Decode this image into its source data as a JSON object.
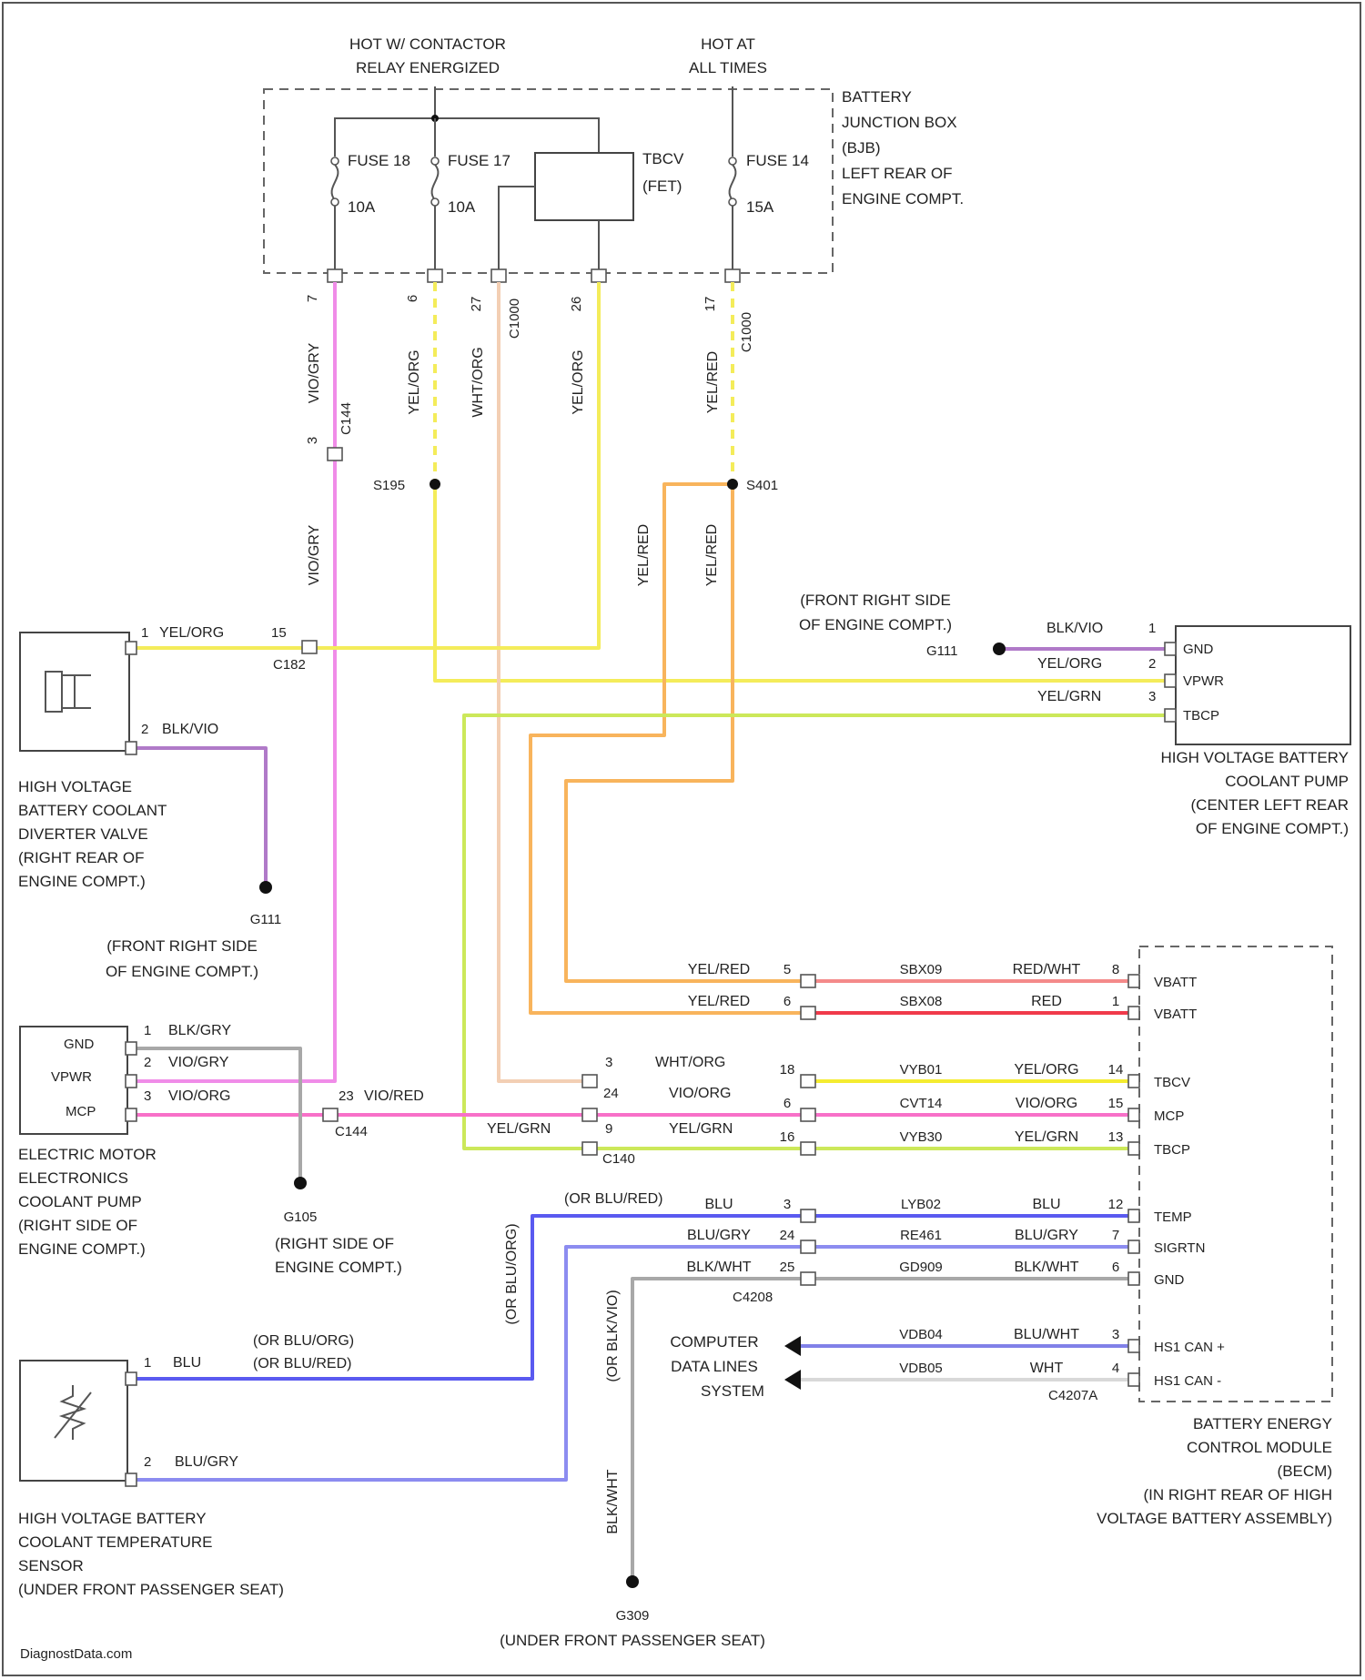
{
  "power": {
    "hot_contactor": [
      "HOT W/ CONTACTOR",
      "RELAY ENERGIZED"
    ],
    "hot_always": [
      "HOT AT",
      "ALL TIMES"
    ]
  },
  "bjb": {
    "lines": [
      "BATTERY",
      "JUNCTION BOX",
      "(BJB)",
      "LEFT REAR OF",
      "ENGINE COMPT."
    ],
    "fuses": [
      {
        "name": "FUSE 18",
        "rating": "10A"
      },
      {
        "name": "FUSE 17",
        "rating": "10A"
      },
      {
        "name": "FUSE 14",
        "rating": "15A"
      }
    ],
    "relay": [
      "TBCV",
      "(FET)"
    ]
  },
  "wire_colors": {
    "vio_gry": "#f08ce8",
    "yel_org": "#f4ec5a",
    "wht_org": "#f3cfb4",
    "yel_red": "#f8b45c",
    "yel_grn": "#cce85a",
    "blk_vio": "#b07ac8",
    "red_wht": "#f48a8a",
    "red": "#f03a4a",
    "yel_org2": "#f4ec30",
    "vio_org": "#f870c8",
    "blu": "#5a5af0",
    "blu_gry": "#8c8cf0",
    "blk_wht": "#a8a8a8",
    "blu_wht": "#8080e8",
    "wht": "#d8d8d8"
  },
  "bjb_pins": [
    "7",
    "6",
    "27",
    "26",
    "17"
  ],
  "bjb_connector": "C1000",
  "bjb_connector2": "C1000",
  "vertical_labels": {
    "v1": "VIO/GRY",
    "v2": "YEL/ORG",
    "v3": "WHT/ORG",
    "v4": "YEL/ORG",
    "v5": "YEL/RED",
    "v6": "VIO/GRY",
    "v7": "YEL/RED",
    "v8": "YEL/RED",
    "v9": "(OR BLU/ORG)",
    "v10": "(OR BLK/VIO)",
    "v11": "BLK/WHT"
  },
  "c144": {
    "pin": "3",
    "name": "C144"
  },
  "splices": {
    "s195": "S195",
    "s401": "S401"
  },
  "diverter": {
    "pin1": "1",
    "pin1_color": "YEL/ORG",
    "pin1_conn_pin": "15",
    "conn": "C182",
    "pin2": "2",
    "pin2_color": "BLK/VIO",
    "label": [
      "HIGH VOLTAGE",
      "BATTERY COOLANT",
      "DIVERTER VALVE",
      "(RIGHT REAR OF",
      "ENGINE COMPT.)"
    ],
    "ground": "G111",
    "ground_loc": [
      "(FRONT RIGHT SIDE",
      "OF ENGINE COMPT.)"
    ]
  },
  "coolant_pump": {
    "ground_loc": [
      "(FRONT RIGHT SIDE",
      "OF ENGINE COMPT.)"
    ],
    "ground": "G111",
    "rows": [
      {
        "color": "BLK/VIO",
        "pin": "1",
        "label": "GND"
      },
      {
        "color": "YEL/ORG",
        "pin": "2",
        "label": "VPWR"
      },
      {
        "color": "YEL/GRN",
        "pin": "3",
        "label": "TBCP"
      }
    ],
    "label": [
      "HIGH VOLTAGE BATTERY",
      "COOLANT PUMP",
      "(CENTER LEFT REAR",
      "OF ENGINE COMPT.)"
    ]
  },
  "motor_pump": {
    "pins": [
      {
        "label": "GND",
        "num": "1",
        "color": "BLK/GRY"
      },
      {
        "label": "VPWR",
        "num": "2",
        "color": "VIO/GRY"
      },
      {
        "label": "MCP",
        "num": "3",
        "color": "VIO/ORG"
      }
    ],
    "label": [
      "ELECTRIC MOTOR",
      "ELECTRONICS",
      "COOLANT PUMP",
      "(RIGHT SIDE OF",
      "ENGINE COMPT.)"
    ],
    "c144_pin": "23",
    "c144_color": "VIO/RED",
    "c144": "C144",
    "ground": "G105",
    "ground_loc": [
      "(RIGHT SIDE OF",
      "ENGINE COMPT.)"
    ]
  },
  "c140": {
    "name": "C140",
    "rows": [
      {
        "pin": "3",
        "color": "WHT/ORG"
      },
      {
        "pin": "24",
        "color": "VIO/ORG"
      },
      {
        "pin": "9",
        "color": "YEL/GRN"
      }
    ],
    "left_color": "YEL/GRN"
  },
  "becm": {
    "rows": [
      {
        "c_color": "YEL/RED",
        "c_pin": "5",
        "circuit": "SBX09",
        "m_color": "RED/WHT",
        "m_pin": "8",
        "label": "VBATT"
      },
      {
        "c_color": "YEL/RED",
        "c_pin": "6",
        "circuit": "SBX08",
        "m_color": "RED",
        "m_pin": "1",
        "label": "VBATT"
      },
      {
        "c_color": "",
        "c_pin": "18",
        "circuit": "VYB01",
        "m_color": "YEL/ORG",
        "m_pin": "14",
        "label": "TBCV"
      },
      {
        "c_color": "",
        "c_pin": "6",
        "circuit": "CVT14",
        "m_color": "VIO/ORG",
        "m_pin": "15",
        "label": "MCP"
      },
      {
        "c_color": "",
        "c_pin": "16",
        "circuit": "VYB30",
        "m_color": "YEL/GRN",
        "m_pin": "13",
        "label": "TBCP"
      },
      {
        "c_color": "BLU",
        "c_pin": "3",
        "circuit": "LYB02",
        "m_color": "BLU",
        "m_pin": "12",
        "label": "TEMP"
      },
      {
        "c_color": "BLU/GRY",
        "c_pin": "24",
        "circuit": "RE461",
        "m_color": "BLU/GRY",
        "m_pin": "7",
        "label": "SIGRTN"
      },
      {
        "c_color": "BLK/WHT",
        "c_pin": "25",
        "circuit": "GD909",
        "m_color": "BLK/WHT",
        "m_pin": "6",
        "label": "GND"
      },
      {
        "c_color": "",
        "c_pin": "",
        "circuit": "VDB04",
        "m_color": "BLU/WHT",
        "m_pin": "3",
        "label": "HS1 CAN +"
      },
      {
        "c_color": "",
        "c_pin": "",
        "circuit": "VDB05",
        "m_color": "WHT",
        "m_pin": "4",
        "label": "HS1 CAN -"
      }
    ],
    "inline_conn": "C4208",
    "module_conn": "C4207A",
    "or_blu_red": "(OR BLU/RED)",
    "label": [
      "BATTERY ENERGY",
      "CONTROL MODULE",
      "(BECM)",
      "(IN RIGHT REAR OF HIGH",
      "VOLTAGE BATTERY ASSEMBLY)"
    ],
    "data_lines": [
      "COMPUTER",
      "DATA LINES",
      "SYSTEM"
    ]
  },
  "temp_sensor": {
    "pin1": "1",
    "pin1_color": "BLU",
    "pin1_alt": [
      "(OR BLU/ORG)",
      "(OR BLU/RED)"
    ],
    "pin2": "2",
    "pin2_color": "BLU/GRY",
    "label": [
      "HIGH VOLTAGE BATTERY",
      "COOLANT TEMPERATURE",
      "SENSOR",
      "(UNDER FRONT PASSENGER SEAT)"
    ]
  },
  "g309": {
    "name": "G309",
    "loc": "(UNDER FRONT PASSENGER SEAT)"
  },
  "footer": "DiagnostData.com"
}
